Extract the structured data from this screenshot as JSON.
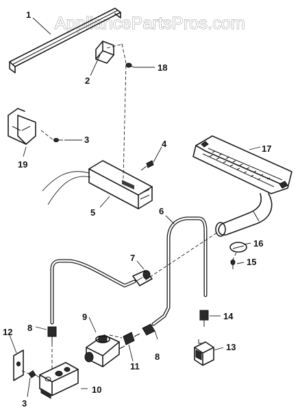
{
  "watermark": "AppliancePartsPros.com",
  "callouts": {
    "c1": "1",
    "c2": "2",
    "c3a": "3",
    "c3b": "3",
    "c4": "4",
    "c5": "5",
    "c6": "6",
    "c7": "7",
    "c8a": "8",
    "c8b": "8",
    "c9": "9",
    "c10": "10",
    "c11": "11",
    "c12": "12",
    "c13": "13",
    "c14": "14",
    "c15": "15",
    "c16": "16",
    "c17": "17",
    "c18": "18",
    "c19": "19"
  }
}
